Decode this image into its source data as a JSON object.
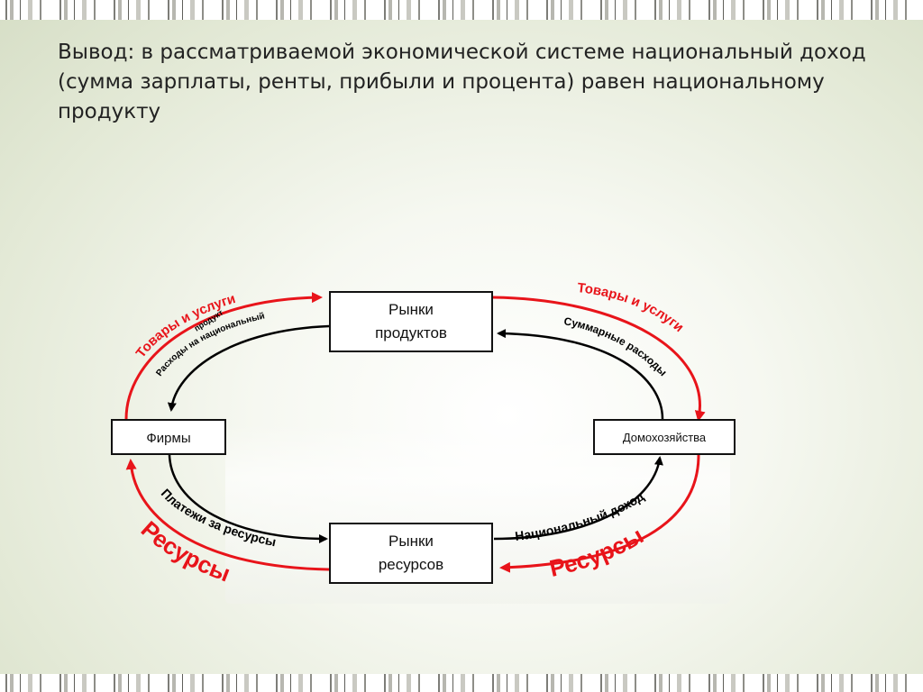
{
  "conclusion": "Вывод: в рассматриваемой экономической системе национальный доход (сумма зарплаты, ренты, прибыли и процента) равен национальному продукту",
  "diagram": {
    "nodes": {
      "product_market": [
        "Рынки",
        "продуктов"
      ],
      "resource_market": [
        "Рынки",
        "ресурсов"
      ],
      "firms": "Фирмы",
      "households": "Домохозяйства"
    },
    "labels": {
      "goods_services_left": "Товары и услуги",
      "goods_services_right": "Товары и услуги",
      "spending_national_product": [
        "Расходы на национальный",
        "продукт"
      ],
      "total_spending": "Суммарные расходы",
      "payments_resources": "Платежи за ресурсы",
      "national_income": "Национальный доход",
      "resources_left": "Ресурсы",
      "resources_right": "Ресурсы"
    },
    "colors": {
      "real_flow": "#e8141a",
      "money_flow": "#000000"
    }
  }
}
